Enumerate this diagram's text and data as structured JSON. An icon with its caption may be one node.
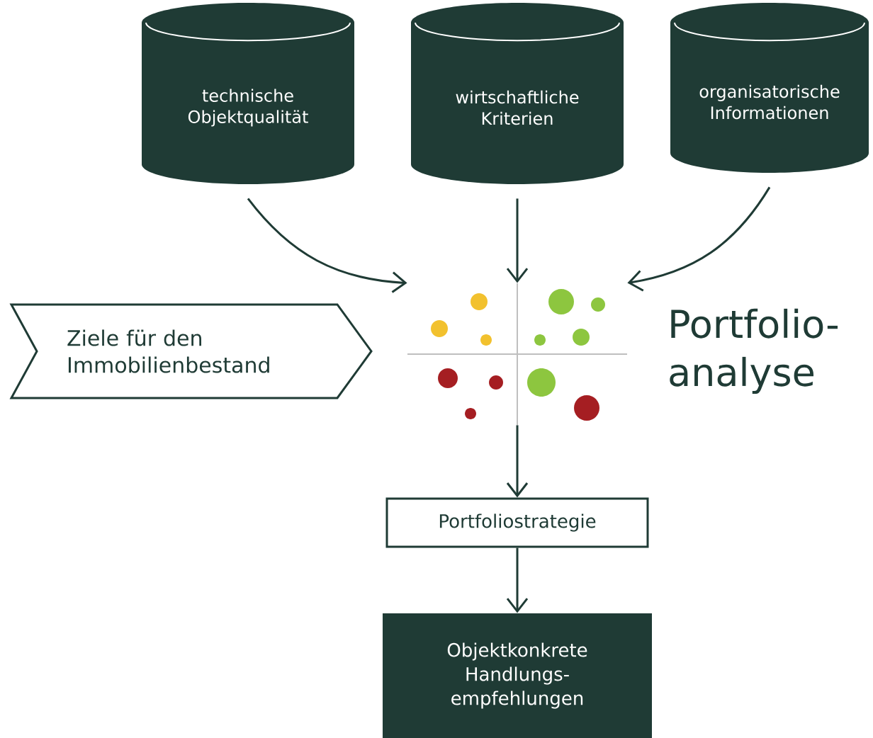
{
  "diagram": {
    "nodes": [
      {
        "text": [
          "technische Objektqualität"
        ]
      },
      {
        "text": [
          "wirtschaftliche Kriterien"
        ]
      },
      {
        "text": [
          "organisatorische Informationen"
        ]
      },
      {
        "text": [
          "Ziele für den Immobilienbestand"
        ]
      },
      {
        "text": [],
        "shape": "picture",
        "beside": [
          "Portfolio- analyse"
        ]
      },
      {
        "text": [
          "Portfoliostrategie"
        ]
      },
      {
        "text": [
          "Objektkonkrete Handlungs- empfehlungen"
        ]
      }
    ],
    "edges": [
      {
        "from": 0,
        "to": 4,
        "arrow": "to"
      },
      {
        "from": 1,
        "to": 4,
        "arrow": "to"
      },
      {
        "from": 2,
        "to": 4,
        "arrow": "to"
      },
      {
        "from": 4,
        "to": 5,
        "arrow": "to"
      },
      {
        "from": 5,
        "to": 6,
        "arrow": "to"
      }
    ]
  }
}
